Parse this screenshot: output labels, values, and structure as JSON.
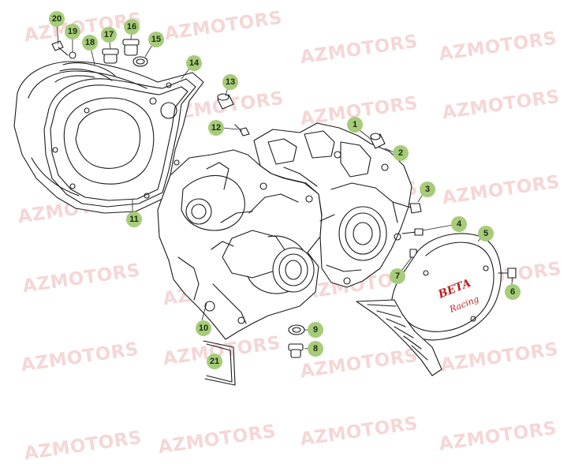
{
  "watermark": {
    "text": "AZMOTORS",
    "color": "#d64646"
  },
  "callout_color": "#a6cc7a",
  "callouts": [
    "1",
    "2",
    "3",
    "4",
    "5",
    "6",
    "7",
    "8",
    "9",
    "10",
    "11",
    "12",
    "13",
    "14",
    "15",
    "16",
    "17",
    "18",
    "19",
    "20",
    "21"
  ],
  "cover_badge": {
    "brand": "BETA",
    "script": "Racing",
    "color": "#b81f1f"
  }
}
